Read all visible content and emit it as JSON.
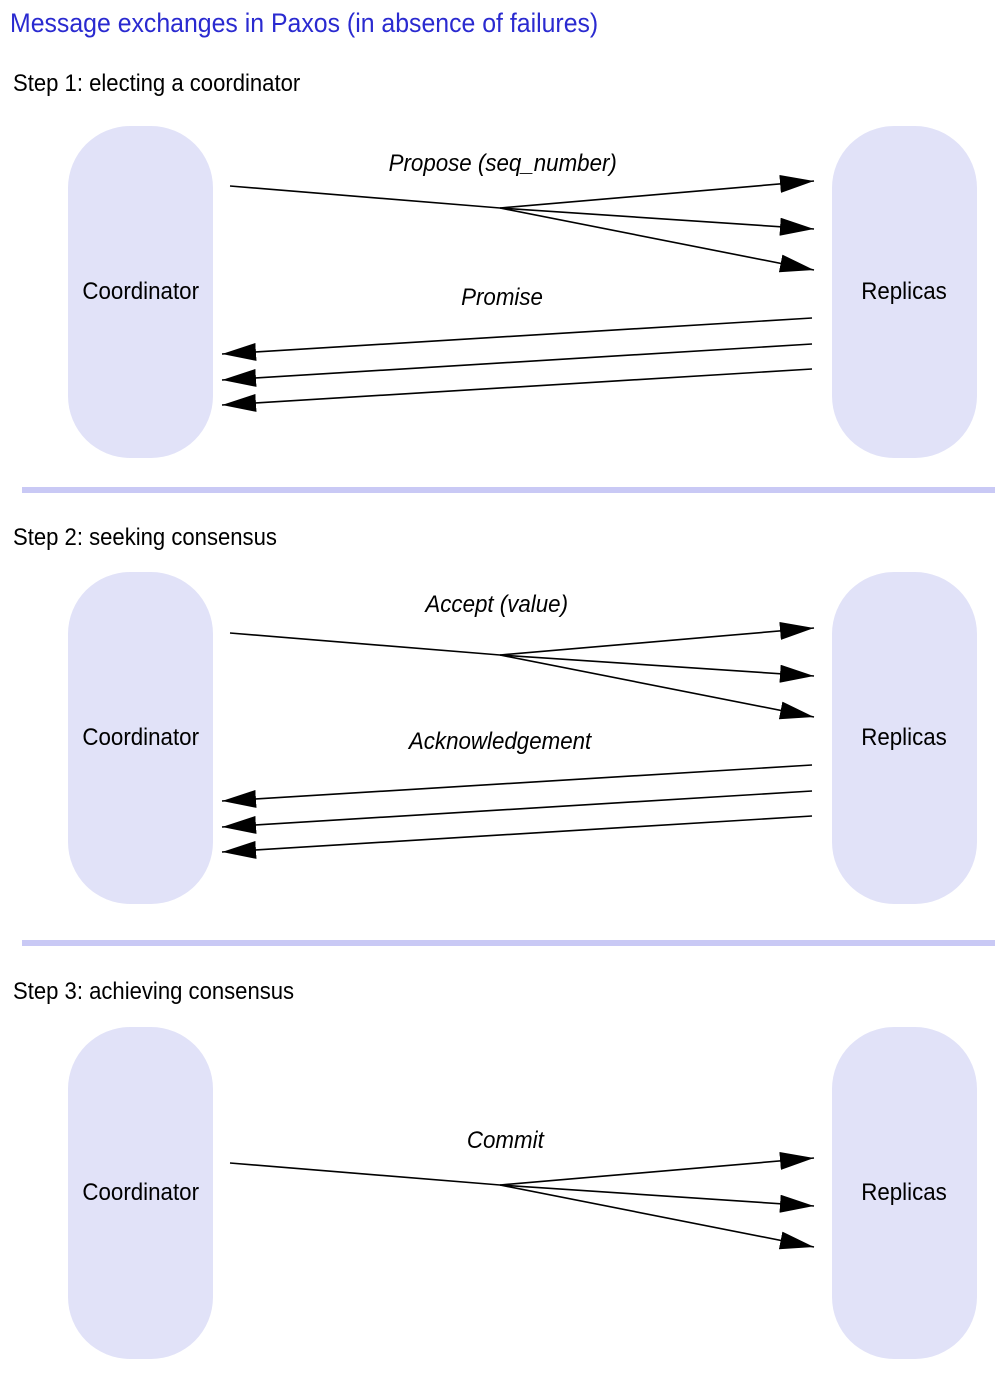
{
  "title": "Message exchanges in Paxos (in absence of failures)",
  "steps": [
    {
      "title": "Step 1: electing a coordinator",
      "coordinator": "Coordinator",
      "replicas": "Replicas",
      "messages": [
        "Propose (seq_number)",
        "Promise"
      ]
    },
    {
      "title": "Step 2: seeking consensus",
      "coordinator": "Coordinator",
      "replicas": "Replicas",
      "messages": [
        "Accept (value)",
        "Acknowledgement"
      ]
    },
    {
      "title": "Step 3: achieving consensus",
      "coordinator": "Coordinator",
      "replicas": "Replicas",
      "messages": [
        "Commit"
      ]
    }
  ]
}
